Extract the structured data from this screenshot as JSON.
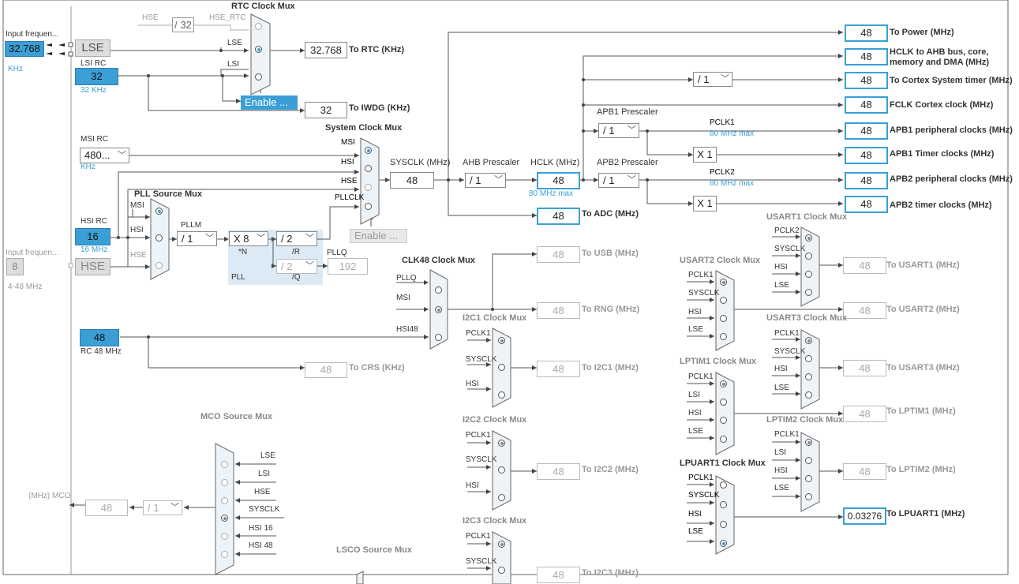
{
  "inputs": {
    "lse_input_label": "Input frequen...",
    "lse_value": "32.768",
    "lse_unit": "KHz",
    "lse_name": "LSE",
    "lsi_name": "LSI RC",
    "lsi_value": "32",
    "lsi_freq": "32 KHz",
    "msi_name": "MSI RC",
    "msi_value": "480...",
    "msi_unit": "KHz",
    "hsi_name": "HSI RC",
    "hsi_value": "16",
    "hsi_freq": "16 MHz",
    "hse_input_label": "Input frequen...",
    "hse_value": "8",
    "hse_name": "HSE",
    "hse_range": "4-48 MHz",
    "rc48_value": "48",
    "rc48_label": "RC 48 MHz"
  },
  "rtc": {
    "title": "RTC Clock Mux",
    "hse_label": "HSE",
    "hse_rtc_label": "HSE_RTC",
    "div": "/ 32",
    "lse_label": "LSE",
    "lsi_label": "LSI",
    "enable": "Enable ...",
    "rtc_value": "32.768",
    "rtc_out": "To RTC (KHz)",
    "iwdg_value": "32",
    "iwdg_out": "To IWDG (KHz)"
  },
  "sysmux": {
    "title": "System Clock Mux",
    "msi": "MSI",
    "hsi": "HSI",
    "hse": "HSE",
    "pllclk": "PLLCLK",
    "sysclk_label": "SYSCLK (MHz)",
    "sysclk_value": "48",
    "enable": "Enable ..."
  },
  "pll": {
    "title": "PLL Source Mux",
    "msi": "MSI",
    "hsi": "HSI",
    "hse": "HSE",
    "pllm_label": "PLLM",
    "pllm": "/ 1",
    "n": "X 8",
    "n_label": "*N",
    "r": "/ 2",
    "r_label": "/R",
    "q": "/ 2",
    "q_label": "/Q",
    "pllq_label": "PLLQ",
    "pllq_value": "192",
    "pll_label": "PLL"
  },
  "ahb": {
    "label": "AHB Prescaler",
    "value": "/ 1",
    "hclk_label": "HCLK (MHz)",
    "hclk_value": "48",
    "hclk_max": "80 MHz max",
    "cortex_div": "/ 1",
    "apb1_label": "APB1 Prescaler",
    "apb1_value": "/ 1",
    "pclk1_label": "PCLK1",
    "pclk1_max": "80 MHz max",
    "x1_a": "X 1",
    "apb2_label": "APB2 Prescaler",
    "apb2_value": "/ 1",
    "pclk2_label": "PCLK2",
    "pclk2_max": "80 MHz max",
    "x1_b": "X 1",
    "adc_value": "48",
    "adc_out": "To ADC (MHz)"
  },
  "outputs": [
    {
      "value": "48",
      "label": "To Power (MHz)"
    },
    {
      "value": "48",
      "label": "HCLK to AHB bus, core, memory and DMA (MHz)"
    },
    {
      "value": "48",
      "label": "To Cortex System timer (MHz)"
    },
    {
      "value": "48",
      "label": "FCLK Cortex clock (MHz)"
    },
    {
      "value": "48",
      "label": "APB1 peripheral clocks (MHz)"
    },
    {
      "value": "48",
      "label": "APB1 Timer clocks (MHz)"
    },
    {
      "value": "48",
      "label": "APB2 peripheral clocks (MHz)"
    },
    {
      "value": "48",
      "label": "APB2 timer clocks (MHz)"
    }
  ],
  "clk48": {
    "title": "CLK48 Clock Mux",
    "pllq": "PLLQ",
    "msi": "MSI",
    "hsi48": "HSI48",
    "usb_value": "48",
    "usb_out": "To USB (MHz)",
    "rng_value": "48",
    "rng_out": "To RNG (MHz)",
    "crs_value": "48",
    "crs_out": "To CRS (KHz)"
  },
  "i2c1": {
    "title": "I2C1 Clock Mux",
    "in1": "PCLK1",
    "in2": "SYSCLK",
    "in3": "HSI",
    "value": "48",
    "out": "To I2C1 (MHz)"
  },
  "i2c2": {
    "title": "I2C2 Clock Mux",
    "in1": "PCLK1",
    "in2": "SYSCLK",
    "in3": "HSI",
    "value": "48",
    "out": "To I2C2 (MHz)"
  },
  "i2c3": {
    "title": "I2C3 Clock Mux",
    "in1": "PCLK1",
    "in2": "SYSCLK",
    "value": "48",
    "out": "To I2C3 (MHz)"
  },
  "usart1": {
    "title": "USART1 Clock Mux",
    "in1": "PCLK2",
    "in2": "SYSCLK",
    "in3": "HSI",
    "in4": "LSE",
    "value": "48",
    "out": "To USART1 (MHz)"
  },
  "usart2": {
    "title": "USART2 Clock Mux",
    "in1": "PCLK1",
    "in2": "SYSCLK",
    "in3": "HSI",
    "in4": "LSE",
    "value": "48",
    "out": "To USART2 (MHz)"
  },
  "usart3": {
    "title": "USART3 Clock Mux",
    "in1": "PCLK1",
    "in2": "SYSCLK",
    "in3": "HSI",
    "in4": "LSE",
    "value": "48",
    "out": "To USART3 (MHz)"
  },
  "lptim1": {
    "title": "LPTIM1 Clock Mux",
    "in1": "PCLK1",
    "in2": "LSI",
    "in3": "HSI",
    "in4": "LSE",
    "value": "48",
    "out": "To LPTIM1 (MHz)"
  },
  "lptim2": {
    "title": "LPTIM2 Clock Mux",
    "in1": "PCLK1",
    "in2": "LSI",
    "in3": "HSI",
    "in4": "LSE",
    "value": "48",
    "out": "To LPTIM2 (MHz)"
  },
  "lpuart1": {
    "title": "LPUART1 Clock Mux",
    "in1": "PCLK1",
    "in2": "SYSCLK",
    "in3": "HSI",
    "in4": "LSE",
    "value": "0.03276",
    "out": "To LPUART1 (MHz)"
  },
  "mco": {
    "title": "MCO Source Mux",
    "in1": "LSE",
    "in2": "LSI",
    "in3": "HSE",
    "in4": "SYSCLK",
    "in5": "HSI 16",
    "in6": "HSI 48",
    "div": "/ 1",
    "value": "48",
    "label": "(MHz) MCO"
  },
  "lsco": {
    "title": "LSCO Source Mux"
  }
}
